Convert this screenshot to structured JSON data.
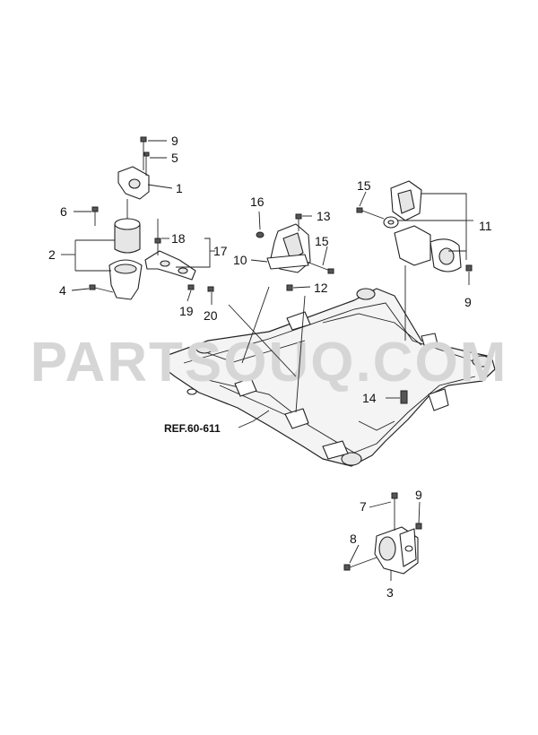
{
  "diagram": {
    "watermark": "PARTSOUQ.COM",
    "reference": "REF.60-611",
    "callouts": {
      "c1": "1",
      "c2": "2",
      "c3": "3",
      "c4": "4",
      "c5": "5",
      "c6": "6",
      "c7": "7",
      "c8": "8",
      "c9a": "9",
      "c9b": "9",
      "c9c": "9",
      "c10": "10",
      "c11": "11",
      "c12": "12",
      "c13": "13",
      "c14": "14",
      "c15a": "15",
      "c15b": "15",
      "c16": "16",
      "c17": "17",
      "c18": "18",
      "c19": "19",
      "c20": "20"
    }
  }
}
